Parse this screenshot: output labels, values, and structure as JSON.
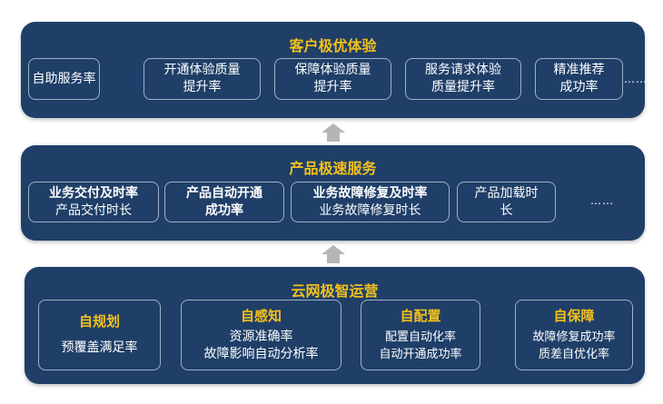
{
  "layers": [
    {
      "title": "客户极优体验",
      "items": [
        {
          "lines": [
            "自助服务率"
          ]
        },
        {
          "lines": [
            "开通体验质量",
            "提升率"
          ]
        },
        {
          "lines": [
            "保障体验质量",
            "提升率"
          ]
        },
        {
          "lines": [
            "服务请求体验",
            "质量提升率"
          ]
        },
        {
          "lines": [
            "精准推荐",
            "成功率"
          ]
        }
      ],
      "more": "……"
    },
    {
      "title": "产品极速服务",
      "items": [
        {
          "lines": [
            "业务交付及时率",
            "产品交付时长"
          ]
        },
        {
          "lines": [
            "产品自动开通",
            "成功率"
          ]
        },
        {
          "lines": [
            "业务故障修复及时率",
            "业务故障修复时长"
          ]
        },
        {
          "lines": [
            "产品加载时",
            "长"
          ]
        }
      ],
      "more": "……"
    },
    {
      "title": "云网极智运营",
      "items": [
        {
          "heading": "自规划",
          "lines": [
            "预覆盖满足率"
          ]
        },
        {
          "heading": "自感知",
          "lines": [
            "资源准确率",
            "故障影响自动分析率"
          ]
        },
        {
          "heading": "自配置",
          "lines": [
            "配置自动化率",
            "自动开通成功率"
          ]
        },
        {
          "heading": "自保障",
          "lines": [
            "故障修复成功率",
            "质差自优化率"
          ]
        }
      ]
    }
  ],
  "colors": {
    "panel": "#1f3f68",
    "title": "#f2c01c",
    "arrow": "#b5b5b5"
  }
}
